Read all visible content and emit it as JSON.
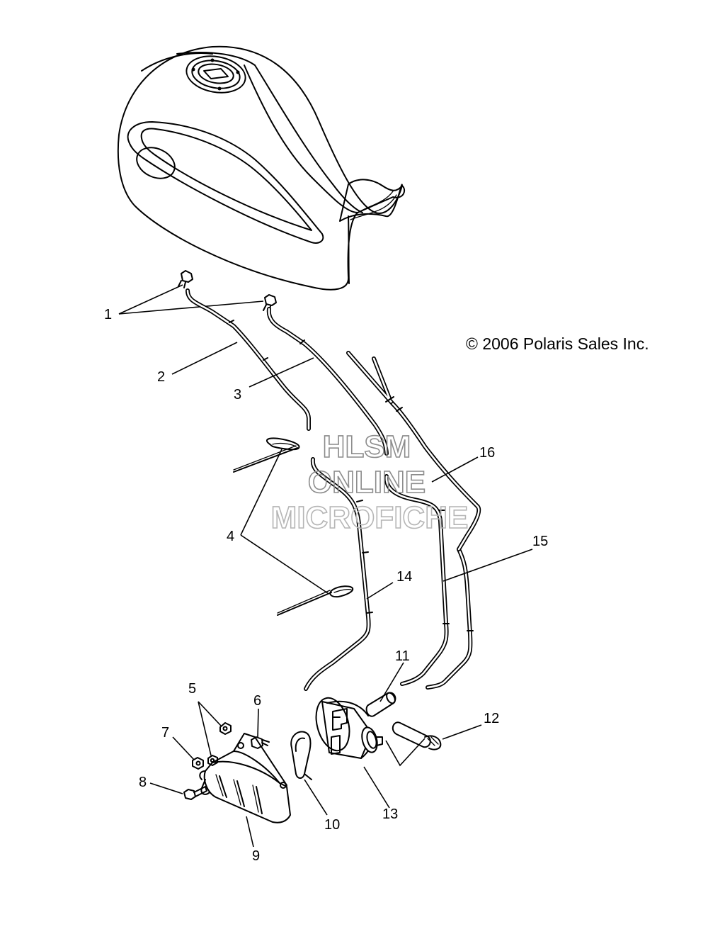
{
  "copyright": "© 2006 Polaris Sales Inc.",
  "watermark": {
    "line1": "HLSM",
    "line2": "ONLINE",
    "line3": "MICROFICHE"
  },
  "callouts": {
    "c1": "1",
    "c2": "2",
    "c3": "3",
    "c4": "4",
    "c5": "5",
    "c6": "6",
    "c7": "7",
    "c8": "8",
    "c9": "9",
    "c10": "10",
    "c11": "11",
    "c12": "12",
    "c13": "13",
    "c14": "14",
    "c15": "15",
    "c16": "16"
  }
}
